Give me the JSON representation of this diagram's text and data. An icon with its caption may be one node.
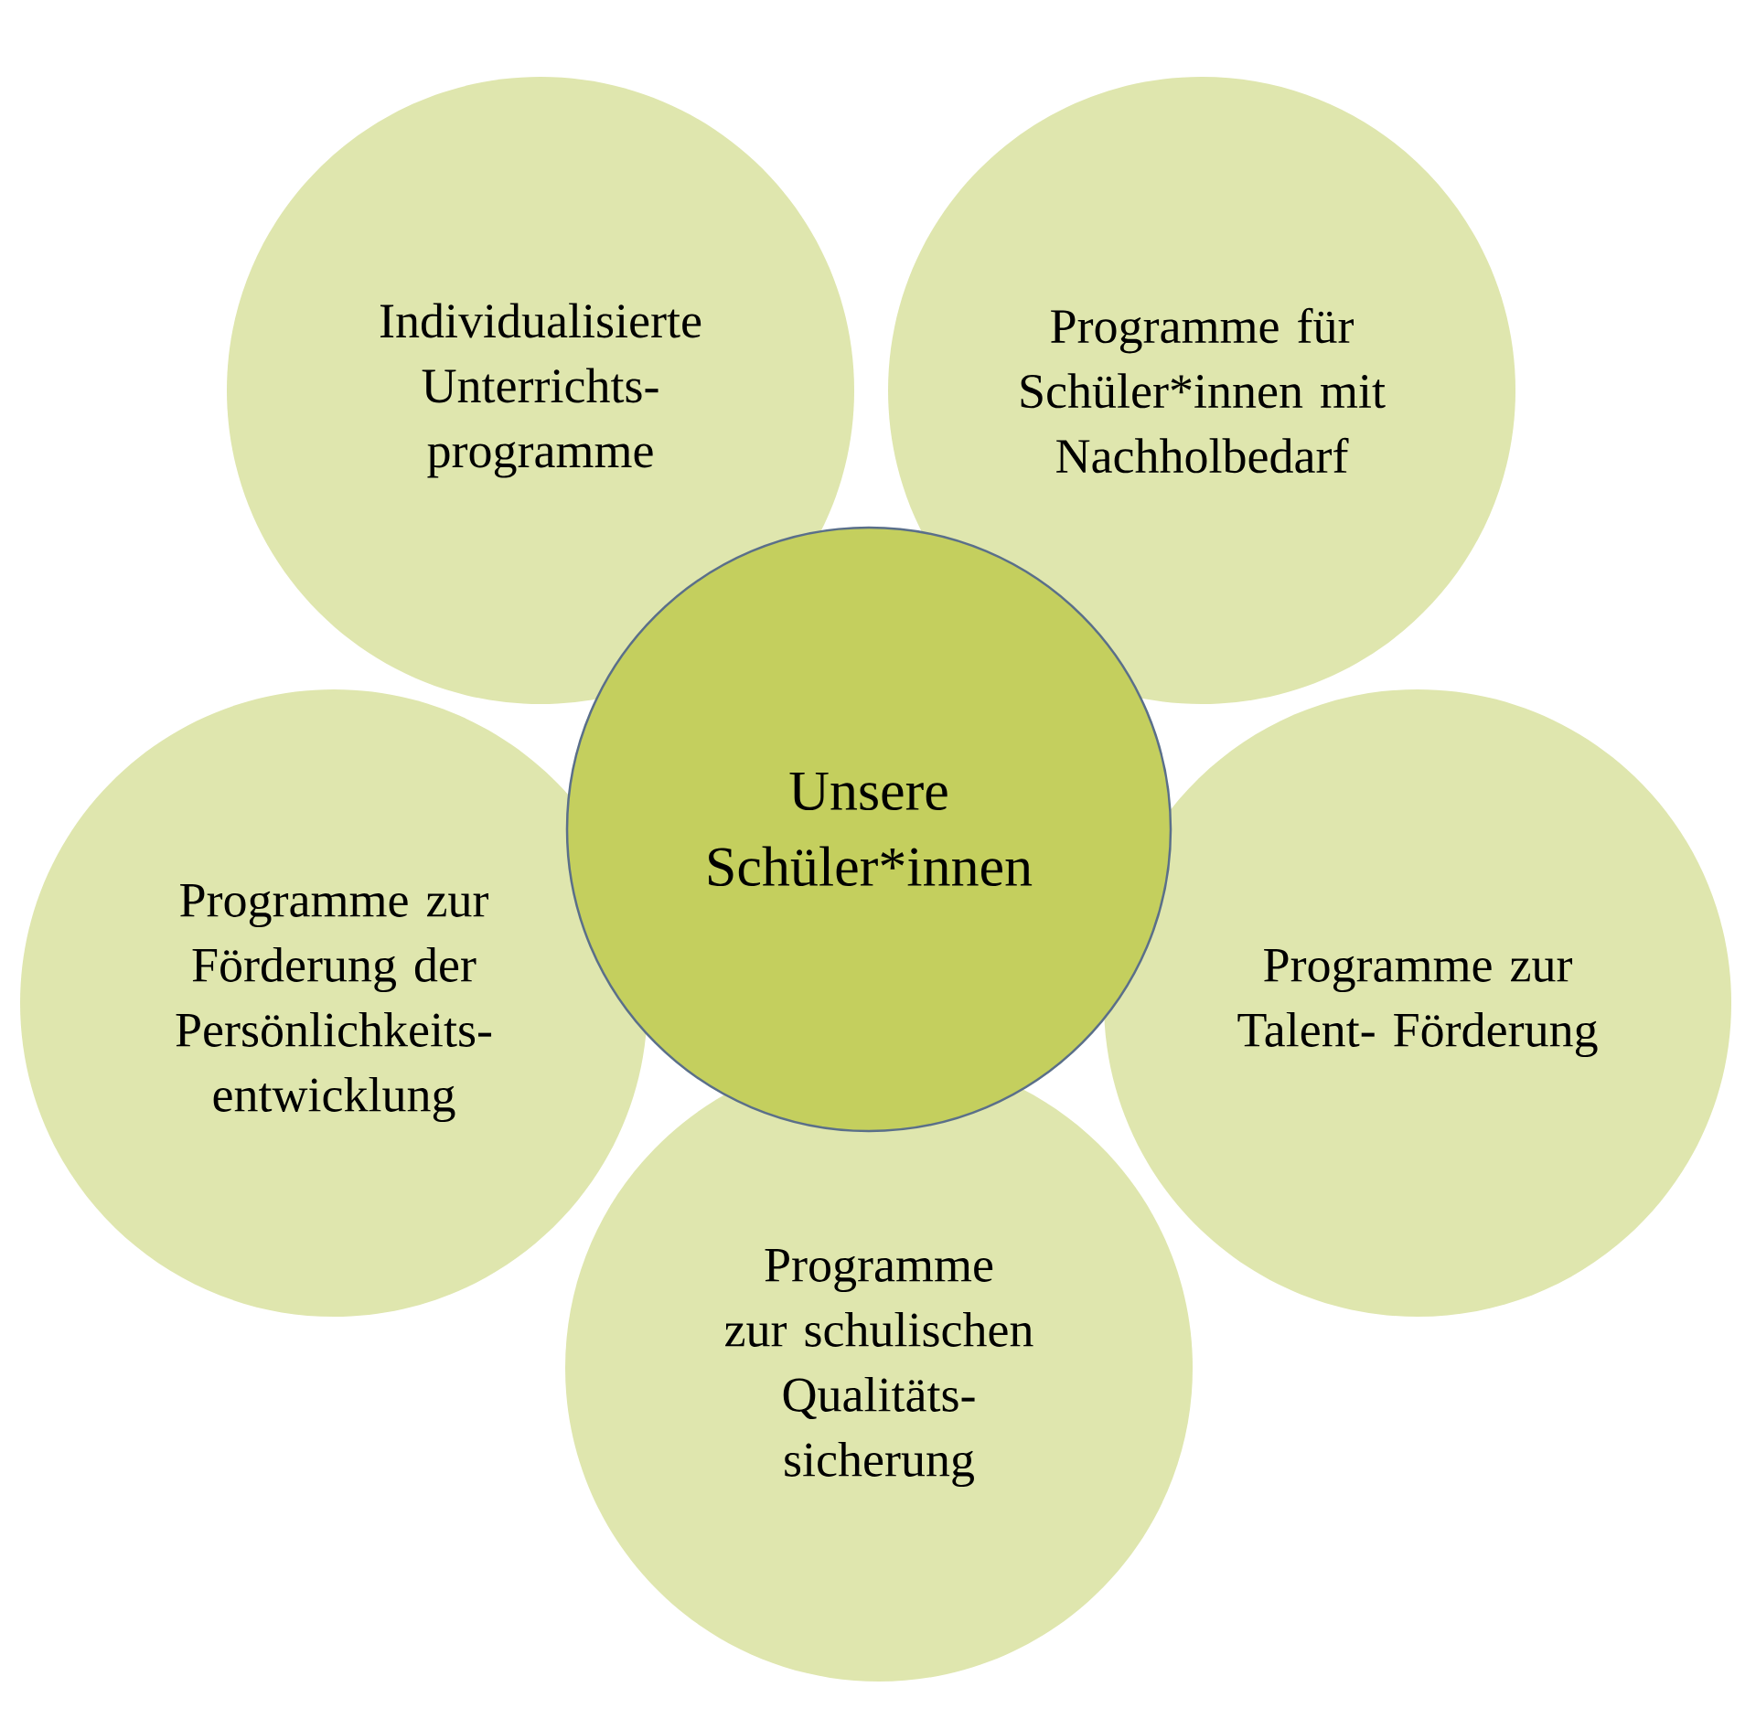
{
  "diagram": {
    "nodes": [
      {
        "text": [
          "Individualisierte Unterrichts- programme"
        ]
      },
      {
        "text": [
          "Programme für Schüler*innen mit Nachholbedarf"
        ]
      },
      {
        "text": [
          "Unsere Schüler*innen"
        ]
      },
      {
        "text": [
          "Programme zur Förderung der Persönlichkeits- entwicklung"
        ]
      },
      {
        "text": [
          "Programme zur Talent- Förderung"
        ]
      },
      {
        "text": [
          "Programme zur schulischen Qualitäts- sicherung"
        ]
      }
    ]
  }
}
